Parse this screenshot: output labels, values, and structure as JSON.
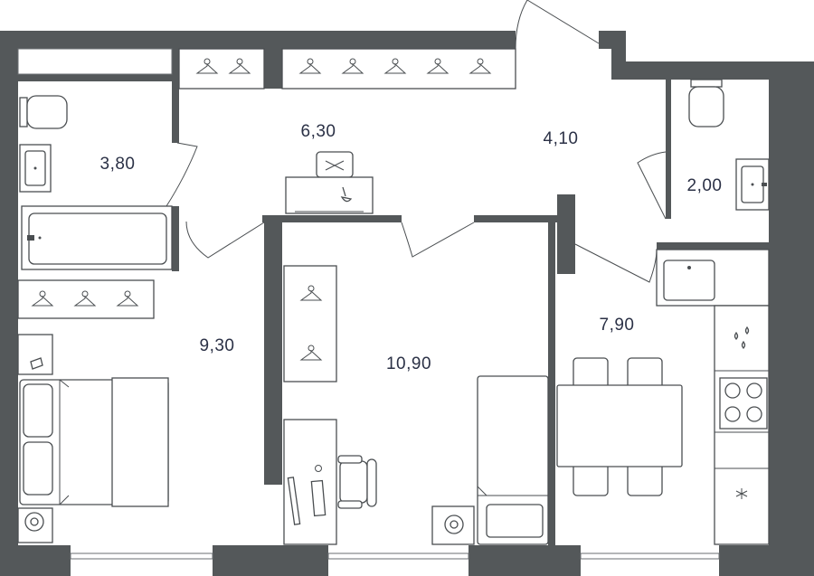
{
  "plan": {
    "rooms": [
      {
        "id": "bathroom",
        "area": "3,80"
      },
      {
        "id": "hall",
        "area": "6,30"
      },
      {
        "id": "corridor",
        "area": "4,10"
      },
      {
        "id": "wc",
        "area": "2,00"
      },
      {
        "id": "bedroom-1",
        "area": "9,30"
      },
      {
        "id": "bedroom-2",
        "area": "10,90"
      },
      {
        "id": "kitchen",
        "area": "7,90"
      }
    ],
    "colors": {
      "wall": "#54585a",
      "line": "#4a4e51",
      "text": "#2b3146",
      "background": "#ffffff"
    }
  }
}
